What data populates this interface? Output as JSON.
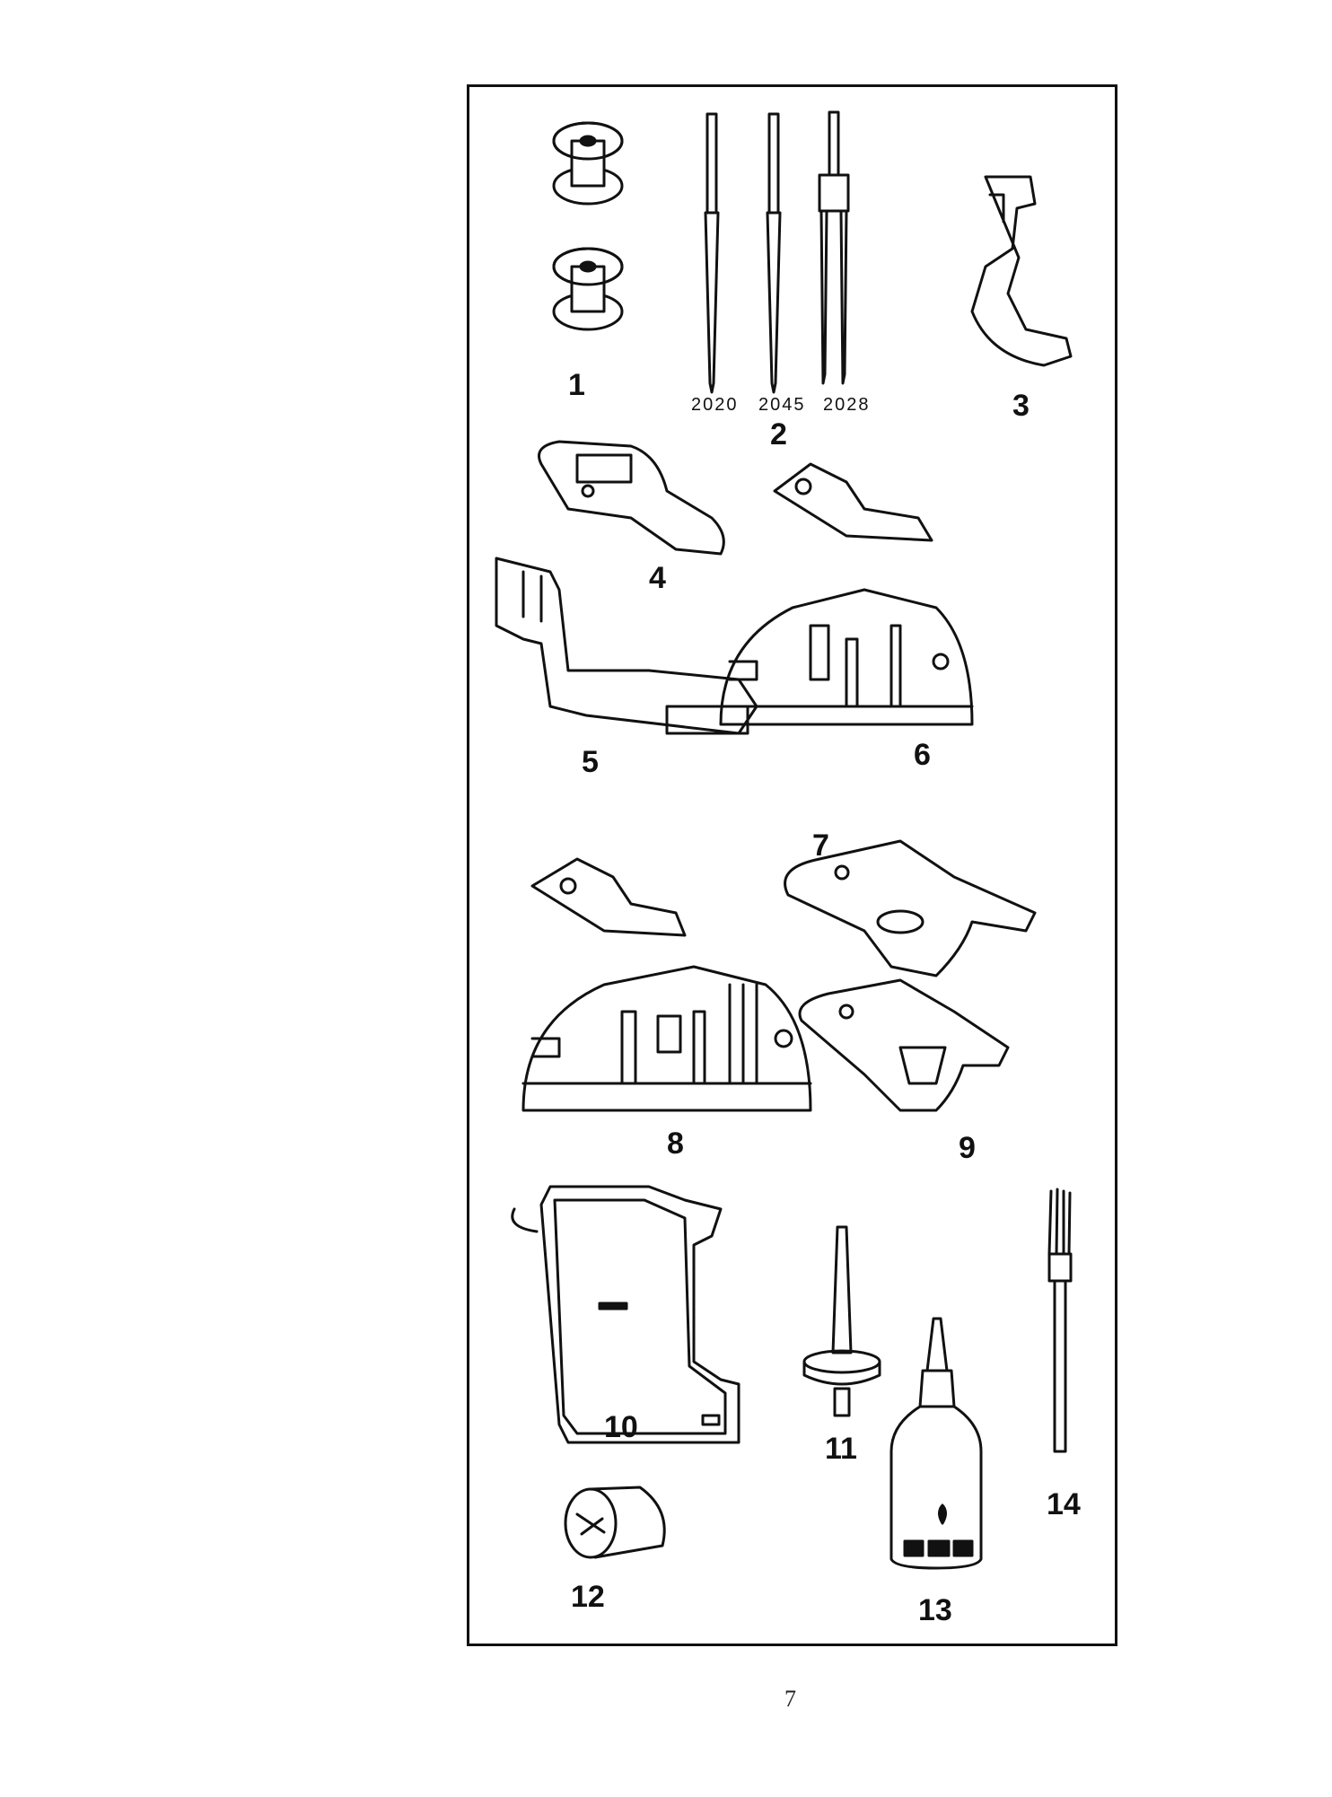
{
  "parts": {
    "p1": "1",
    "p2": "2",
    "p3": "3",
    "p4": "4",
    "p5": "5",
    "p6": "6",
    "p7": "7",
    "p8": "8",
    "p9": "9",
    "p10": "10",
    "p11": "11",
    "p12": "12",
    "p13": "13",
    "p14": "14"
  },
  "needle_codes": {
    "a": "2020",
    "b": "2045",
    "c": "2028"
  },
  "page_number": "7"
}
